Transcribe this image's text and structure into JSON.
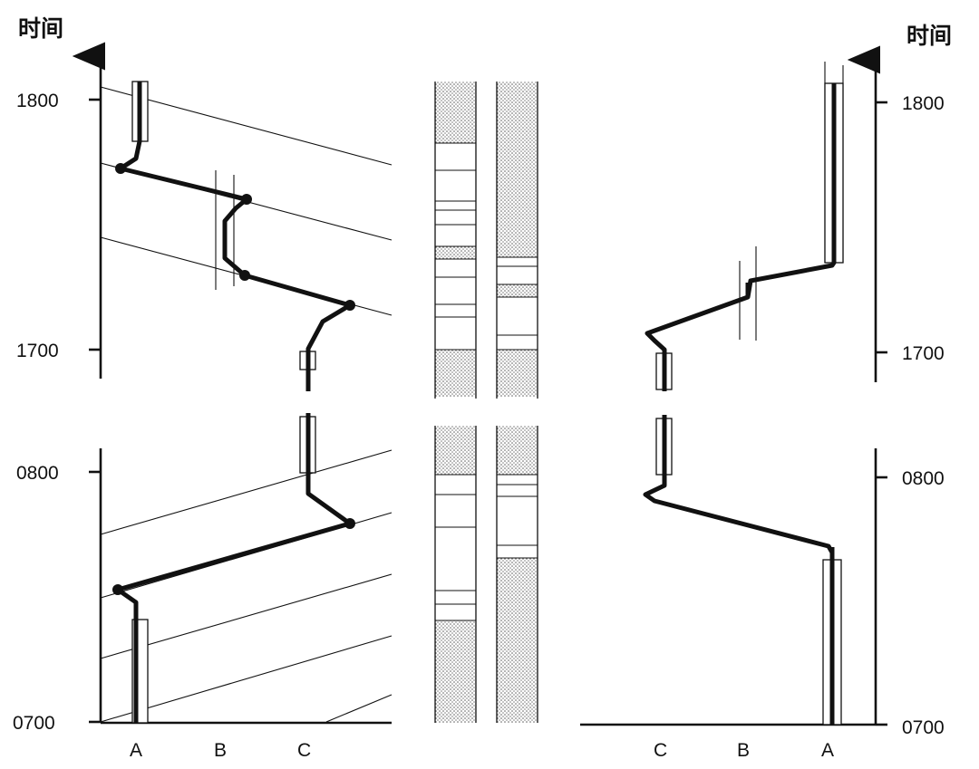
{
  "left_panel": {
    "axis_title": "时间",
    "upper_ticks": [
      "1800",
      "1700"
    ],
    "lower_ticks": [
      "0800",
      "0700"
    ],
    "column_labels": [
      "A",
      "B",
      "C"
    ]
  },
  "right_panel": {
    "axis_title": "时间",
    "upper_ticks": [
      "1800",
      "1700"
    ],
    "lower_ticks": [
      "0800",
      "0700"
    ],
    "column_labels": [
      "C",
      "B",
      "A"
    ]
  },
  "colors": {
    "ink": "#111111",
    "stipple": "#bdbdbd",
    "background": "#ffffff"
  }
}
